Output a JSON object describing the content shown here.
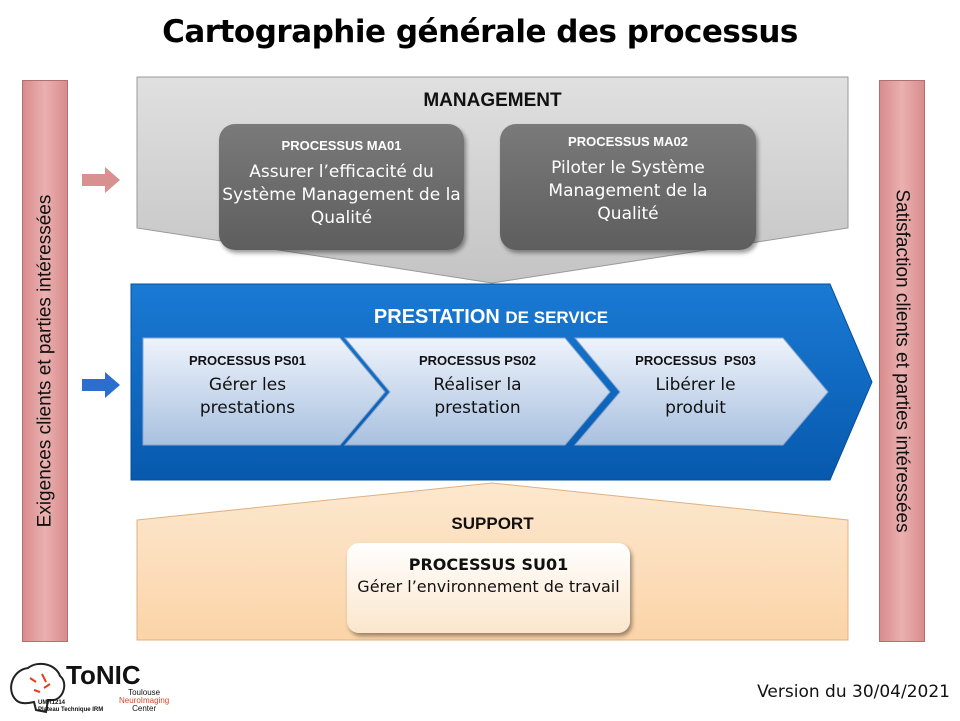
{
  "title": "Cartographie générale des processus",
  "left_bar": "Exigences clients et parties intéressées",
  "right_bar": "Satisfaction clients et parties intéressées",
  "management": {
    "label": "MANAGEMENT",
    "processes": [
      {
        "code": "PROCESSUS MA01",
        "desc": "Assurer l’efficacité du Système Management de la Qualité"
      },
      {
        "code": "PROCESSUS MA02",
        "desc": "Piloter le Système Management de la Qualité"
      }
    ]
  },
  "prestation": {
    "label_main": "PRESTATION",
    "label_rest": "DE SERVICE",
    "processes": [
      {
        "code": "PROCESSUS PS01",
        "desc": "Gérer les prestations"
      },
      {
        "code": "PROCESSUS PS02",
        "desc": "Réaliser la prestation"
      },
      {
        "code": "PROCESSUS  PS03",
        "desc": "Libérer le produit"
      }
    ]
  },
  "support": {
    "label": "SUPPORT",
    "processes": [
      {
        "code": "PROCESSUS SU01",
        "desc": "Gérer l’environnement de travail"
      }
    ]
  },
  "logo": {
    "name": "ToNIC",
    "line1": "Toulouse",
    "line2": "NeuroImaging",
    "line3": "Center",
    "unit": "UMR1214",
    "platform": "Plateau Technique IRM"
  },
  "version": "Version du 30/04/2021",
  "colors": {
    "management": "#d3d3d3",
    "prestation": "#0b6ac4",
    "support": "#fcdcb8",
    "sidebar": "#e3a0a0"
  }
}
